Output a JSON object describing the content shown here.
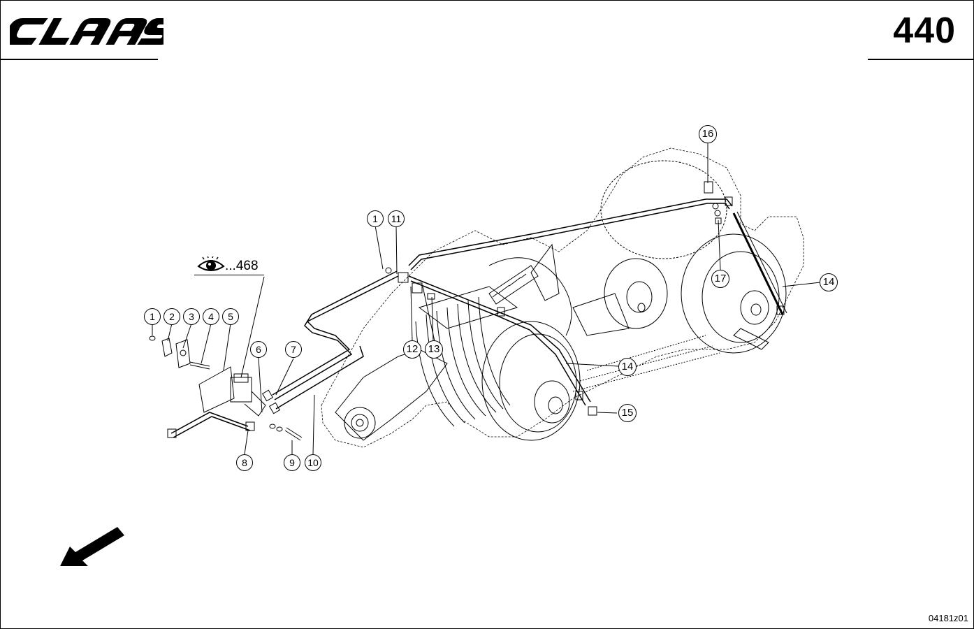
{
  "header": {
    "brand_logo_text": "CLAAS",
    "page_number": "440"
  },
  "reference_note": {
    "icon": "eye-icon",
    "text": "...468"
  },
  "footer": {
    "drawing_code": "04181z01"
  },
  "callouts": {
    "c1a": "1",
    "c11": "11",
    "c1b": "1",
    "c2": "2",
    "c3": "3",
    "c4": "4",
    "c5": "5",
    "c6": "6",
    "c7": "7",
    "c8": "8",
    "c9": "9",
    "c10": "10",
    "c12": "12",
    "c13": "13",
    "c14a": "14",
    "c14b": "14",
    "c15": "15",
    "c16": "16",
    "c17": "17"
  },
  "colors": {
    "ink": "#000000",
    "paper": "#ffffff"
  }
}
